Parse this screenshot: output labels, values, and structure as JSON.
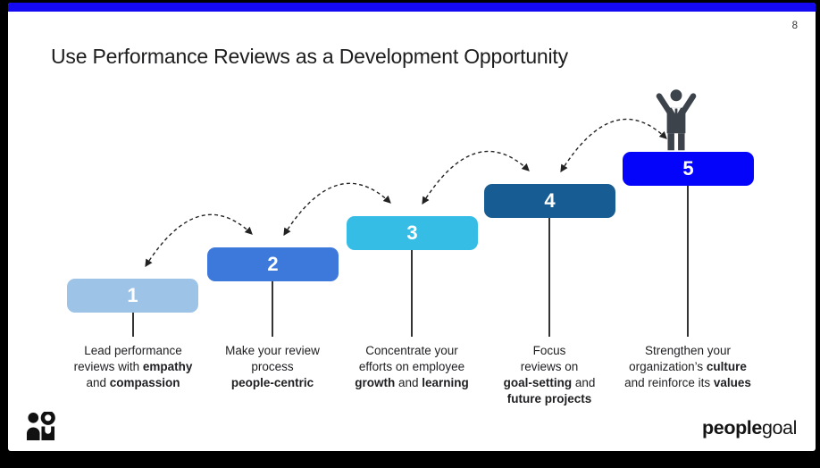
{
  "page": {
    "number": "8",
    "accent_bar_color": "#1508f2",
    "title": "Use Performance Reviews as a Development Opportunity"
  },
  "steps": [
    {
      "number": "1",
      "color": "#9DC3E6",
      "segments": [
        {
          "text": "Lead performance\nreviews with "
        },
        {
          "text": "empathy",
          "bold": true
        },
        {
          "text": "\nand "
        },
        {
          "text": "compassion",
          "bold": true
        }
      ]
    },
    {
      "number": "2",
      "color": "#3D79DB",
      "segments": [
        {
          "text": "Make your review\nprocess\n"
        },
        {
          "text": "people-centric",
          "bold": true
        }
      ]
    },
    {
      "number": "3",
      "color": "#35BDE6",
      "segments": [
        {
          "text": "Concentrate your\nefforts on employee\n"
        },
        {
          "text": "growth",
          "bold": true
        },
        {
          "text": " and "
        },
        {
          "text": "learning",
          "bold": true
        }
      ]
    },
    {
      "number": "4",
      "color": "#175D93",
      "segments": [
        {
          "text": "Focus\nreviews on\n"
        },
        {
          "text": "goal-setting",
          "bold": true
        },
        {
          "text": " and\n"
        },
        {
          "text": "future projects",
          "bold": true
        }
      ]
    },
    {
      "number": "5",
      "color": "#0404FA",
      "segments": [
        {
          "text": "Strengthen your\norganization’s "
        },
        {
          "text": "culture",
          "bold": true
        },
        {
          "text": "\nand reinforce its "
        },
        {
          "text": "values",
          "bold": true
        }
      ]
    }
  ],
  "icons": {
    "person_color": "#3d434b",
    "logo_color": "#111111",
    "arrow_color": "#222222"
  },
  "footer": {
    "brand_bold": "people",
    "brand_light": "goal"
  }
}
